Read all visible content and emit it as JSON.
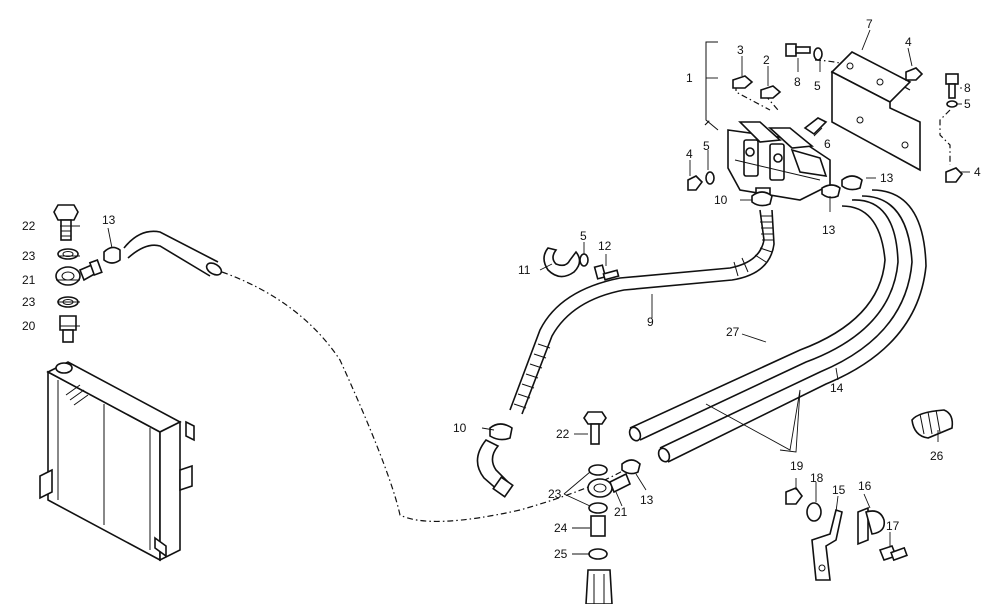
{
  "diagram": {
    "callouts": [
      "1",
      "2",
      "3",
      "4",
      "4",
      "4",
      "5",
      "5",
      "5",
      "5",
      "6",
      "7",
      "8",
      "8",
      "9",
      "10",
      "10",
      "11",
      "12",
      "13",
      "13",
      "13",
      "13",
      "14",
      "15",
      "16",
      "17",
      "18",
      "19",
      "20",
      "21",
      "21",
      "22",
      "22",
      "23",
      "23",
      "23",
      "24",
      "25",
      "26",
      "27"
    ]
  }
}
